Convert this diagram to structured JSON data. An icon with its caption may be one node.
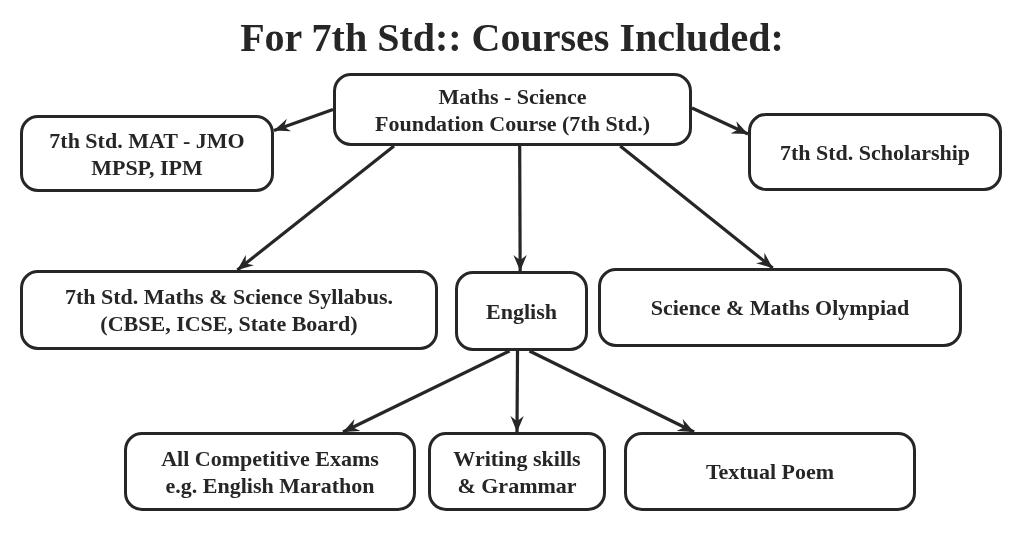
{
  "diagram": {
    "title": "For 7th Std:: Courses Included:",
    "nodes": [
      {
        "text": [
          "Maths - Science Foundation Course (7th Std.)"
        ]
      },
      {
        "text": [
          "7th Std. MAT - JMO MPSP, IPM"
        ]
      },
      {
        "text": [
          "7th Std. Scholarship"
        ]
      },
      {
        "text": [
          "7th Std. Maths & Science Syllabus. (CBSE, ICSE, State Board)"
        ]
      },
      {
        "text": [
          "English"
        ]
      },
      {
        "text": [
          "Science & Maths Olympiad"
        ]
      },
      {
        "text": [
          "All Competitive Exams e.g. English Marathon"
        ]
      },
      {
        "text": [
          "Writing skills & Grammar"
        ]
      },
      {
        "text": [
          "Textual Poem"
        ]
      }
    ],
    "edges": [
      {
        "from": 0,
        "to": 1,
        "arrow": "to"
      },
      {
        "from": 0,
        "to": 2,
        "arrow": "to"
      },
      {
        "from": 0,
        "to": 3,
        "arrow": "to"
      },
      {
        "from": 0,
        "to": 4,
        "arrow": "to"
      },
      {
        "from": 0,
        "to": 5,
        "arrow": "to"
      },
      {
        "from": 4,
        "to": 6,
        "arrow": "to"
      },
      {
        "from": 4,
        "to": 7,
        "arrow": "to"
      },
      {
        "from": 4,
        "to": 8,
        "arrow": "to"
      }
    ]
  }
}
